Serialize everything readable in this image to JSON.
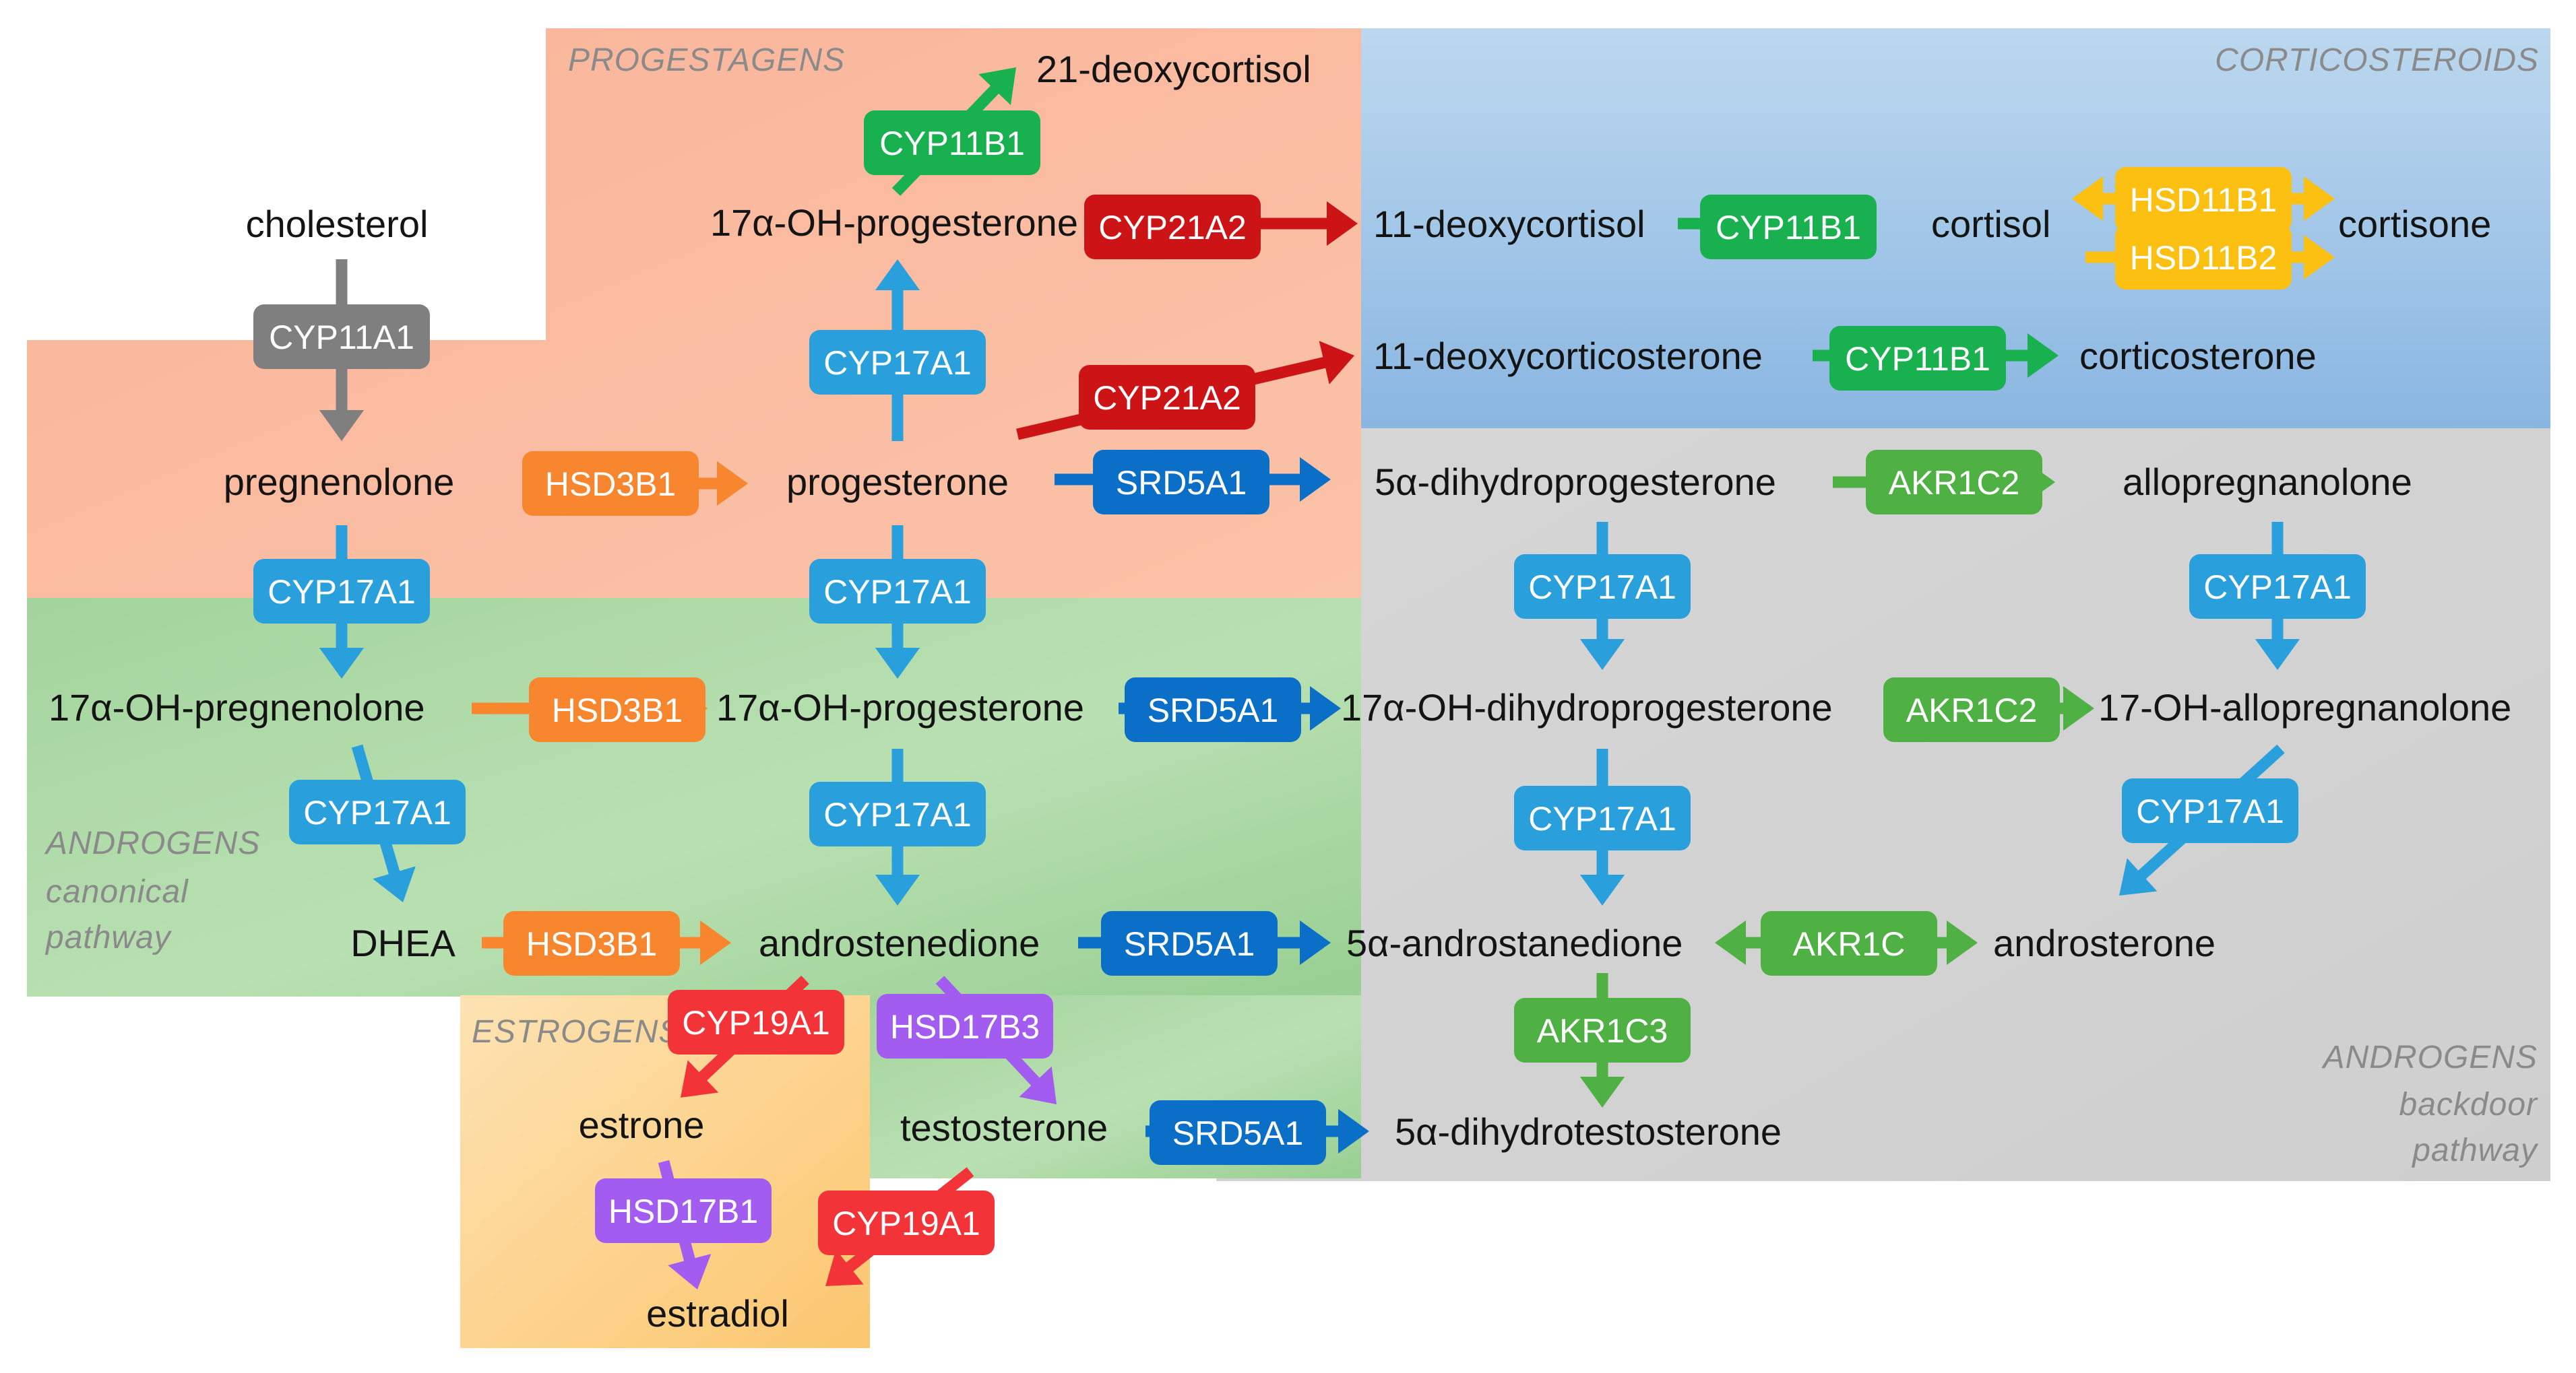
{
  "regions": {
    "progestagens": "PROGESTAGENS",
    "corticosteroids": "CORTICOSTEROIDS",
    "androgens_canonical": [
      "ANDROGENS",
      "canonical",
      "pathway"
    ],
    "estrogens": "ESTROGENS",
    "androgens_backdoor": [
      "ANDROGENS",
      "backdoor",
      "pathway"
    ]
  },
  "compounds": {
    "cholesterol": "cholesterol",
    "pregnenolone": "pregnenolone",
    "progesterone": "progesterone",
    "ohprog_top": "17α-OH-progesterone",
    "deoxycortisol21": "21-deoxycortisol",
    "deoxycortisol11": "11-deoxycortisol",
    "cortisol": "cortisol",
    "cortisone": "cortisone",
    "deoxycorticosterone": "11-deoxycorticosterone",
    "corticosterone": "corticosterone",
    "dhp": "5α-dihydroprogesterone",
    "allopregnanolone": "allopregnanolone",
    "ohpreg": "17α-OH-pregnenolone",
    "ohprog_mid": "17α-OH-progesterone",
    "ohdhp": "17α-OH-dihydroprogesterone",
    "ohallo": "17-OH-allopregnanolone",
    "dhea": "DHEA",
    "androstenedione": "androstenedione",
    "androstanedione": "5α-androstanedione",
    "androsterone": "androsterone",
    "estrone": "estrone",
    "testosterone": "testosterone",
    "dht": "5α-dihydrotestosterone",
    "estradiol": "estradiol"
  },
  "enzymes": {
    "cyp11a1": "CYP11A1",
    "cyp11b1_a": "CYP11B1",
    "cyp21a2_a": "CYP21A2",
    "cyp17a1_a": "CYP17A1",
    "cyp21a2_b": "CYP21A2",
    "hsd3b1_a": "HSD3B1",
    "srd5a1_a": "SRD5A1",
    "cyp11b1_b": "CYP11B1",
    "hsd11b1": "HSD11B1",
    "hsd11b2": "HSD11B2",
    "cyp11b1_c": "CYP11B1",
    "akr1c2_a": "AKR1C2",
    "cyp17a1_b": "CYP17A1",
    "cyp17a1_c": "CYP17A1",
    "cyp17a1_d": "CYP17A1",
    "cyp17a1_e": "CYP17A1",
    "hsd3b1_b": "HSD3B1",
    "srd5a1_b": "SRD5A1",
    "akr1c2_b": "AKR1C2",
    "cyp17a1_f": "CYP17A1",
    "cyp17a1_g": "CYP17A1",
    "cyp17a1_h": "CYP17A1",
    "cyp17a1_i": "CYP17A1",
    "hsd3b1_c": "HSD3B1",
    "srd5a1_c": "SRD5A1",
    "akr1c": "AKR1C",
    "cyp19a1_a": "CYP19A1",
    "hsd17b3": "HSD17B3",
    "akr1c3": "AKR1C3",
    "srd5a1_d": "SRD5A1",
    "hsd17b1": "HSD17B1",
    "cyp19a1_b": "CYP19A1"
  },
  "colors": {
    "progestagens_bg": "#f8b79b",
    "corticosteroids_bg_top": "#b8d5ee",
    "corticosteroids_bg_bottom": "#8bb8e2",
    "androgens_canonical_bg": "#a5d6a0",
    "estrogens_bg": "#fcd48e",
    "androgens_backdoor_bg": "#d4d4d4",
    "cyp11a1": "#7f7f7f",
    "cyp17a1": "#29a0dc",
    "srd5a1": "#0b6fc7",
    "hsd3b1": "#f7862f",
    "cyp21a2": "#cc1416",
    "cyp11b1": "#19b04f",
    "hsd11b": "#fbc012",
    "akr1c": "#4fb044",
    "cyp19a1": "#f23338",
    "hsd17b": "#a25cf0"
  }
}
